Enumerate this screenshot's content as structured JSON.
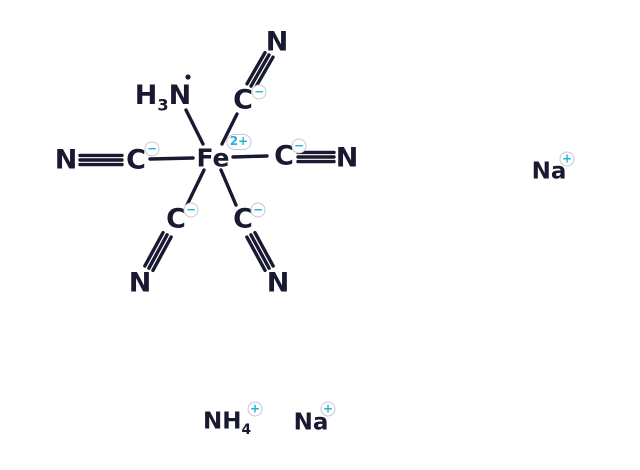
{
  "molecule": {
    "center": {
      "symbol": "Fe",
      "charge": "2+"
    },
    "ammine": {
      "h": "H",
      "sub": "3",
      "n": "N"
    },
    "labels": {
      "carbon": "C",
      "nitrogen": "N"
    },
    "cyanide_charge": "−"
  },
  "counterions": {
    "na_right": {
      "symbol": "Na",
      "charge": "+"
    },
    "nh4": {
      "symbol": "NH",
      "sub": "4",
      "charge": "+"
    },
    "na_bottom": {
      "symbol": "Na",
      "charge": "+"
    }
  },
  "colors": {
    "ink": "#191931",
    "charge_symbol": "#24b3d4",
    "charge_circle": "#c3c9d1",
    "background": "#ffffff"
  }
}
